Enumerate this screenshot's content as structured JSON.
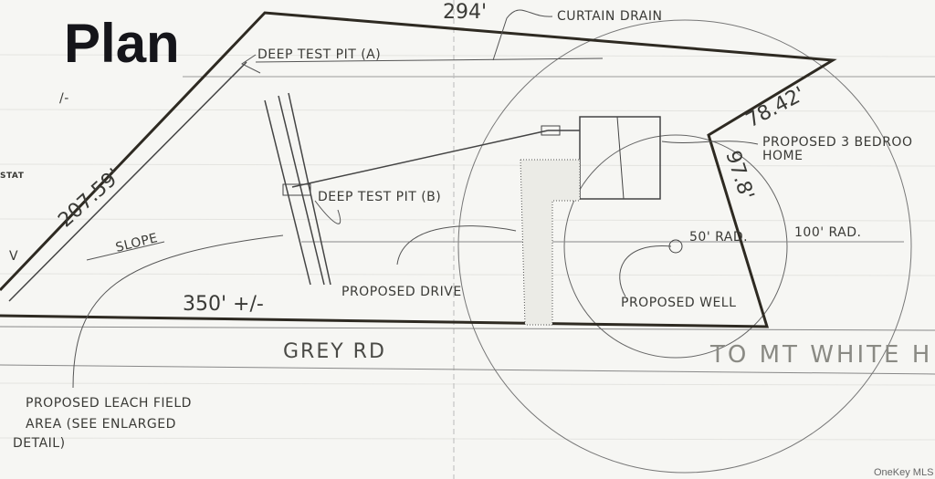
{
  "title": "Plan",
  "title_fragment": "/-",
  "margin_text": {
    "stat": "STAT",
    "v": "V"
  },
  "dimensions": {
    "top": "294'",
    "left": "207.59'",
    "bottom": "350' +/-",
    "right_top": "78.42'",
    "right": "97.8'"
  },
  "labels": {
    "curtain_drain": "CURTAIN DRAIN",
    "test_pit_a": "DEEP TEST PIT (A)",
    "test_pit_b": "DEEP TEST PIT (B)",
    "slope": "SLOPE",
    "drive": "PROPOSED DRIVE",
    "home_line1": "PROPOSED 3 BEDROO",
    "home_line2": "HOME",
    "rad50": "50' RAD.",
    "rad100": "100' RAD.",
    "well": "PROPOSED WELL",
    "leach_line1": "PROPOSED LEACH FIELD",
    "leach_line2": "AREA (SEE ENLARGED",
    "leach_line3": "DETAIL)"
  },
  "roads": {
    "grey_rd": "GREY RD",
    "mt_white": "TO MT WHITE H"
  },
  "watermark": "OneKey MLS",
  "colors": {
    "paper": "#f6f6f3",
    "ink": "#3a3a36",
    "boundary": "#2e2a22"
  }
}
